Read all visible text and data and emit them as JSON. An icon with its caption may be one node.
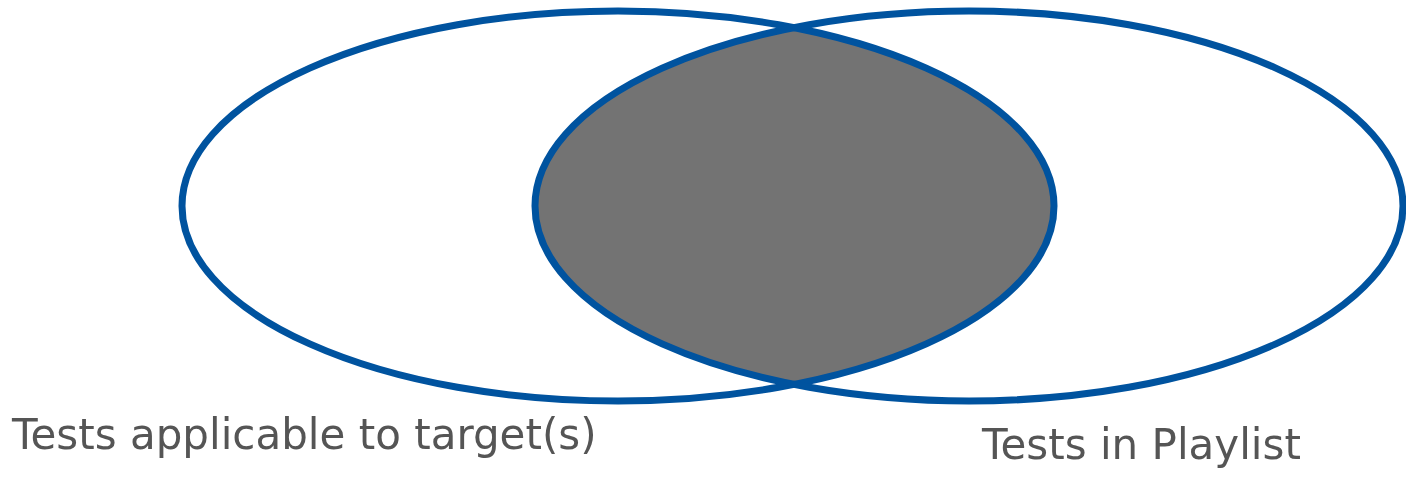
{
  "diagram": {
    "nodes": [
      {
        "text": [
          "Tests applicable to target(s)"
        ]
      },
      {
        "text": [
          "Tests in Playlist"
        ]
      },
      {
        "text": [],
        "shape": "lens"
      }
    ]
  }
}
